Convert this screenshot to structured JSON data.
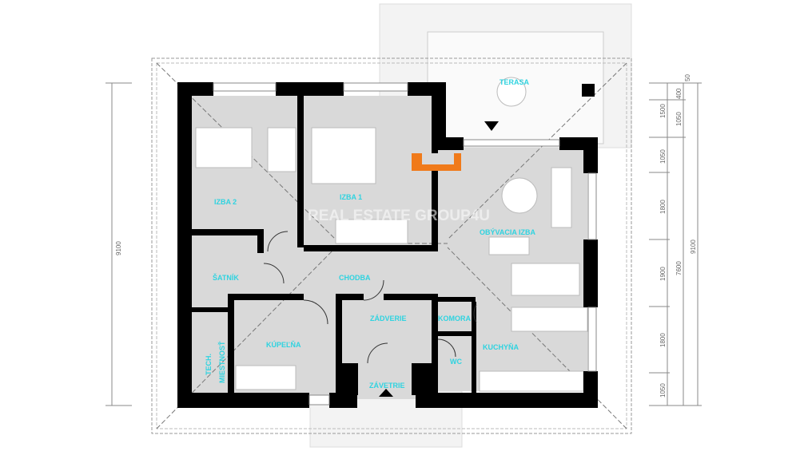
{
  "plan": {
    "rooms": {
      "terasa": "TERASA",
      "izba2": "IZBA 2",
      "izba1": "IZBA 1",
      "obyvacia": "OBÝVACIA IZBA",
      "satnik": "ŠATNÍK",
      "chodba": "CHODBA",
      "kupelna": "KÚPEĽŇA",
      "tech1": "TECH.",
      "tech2": "MIESTNOSŤ",
      "zadverie": "ZÁDVERIE",
      "komora": "KOMORA",
      "wc": "WC",
      "kuchyna": "KUCHYŇA",
      "zavetrie": "ZÁVETRIE"
    },
    "dimensions": {
      "left_total": "9100",
      "right_total": "9100",
      "right_inner": "7600",
      "right_segments": [
        "1500",
        "1050",
        "1800",
        "1900",
        "1800",
        "1050"
      ],
      "right_top_small": [
        "50",
        "400",
        "1050"
      ]
    },
    "watermark": "REAL ESTATE GROUP4U",
    "colors": {
      "walls": "#000000",
      "floor": "#d9d9d9",
      "labels": "#2fd3e0",
      "chimney": "#f07a1a"
    }
  }
}
